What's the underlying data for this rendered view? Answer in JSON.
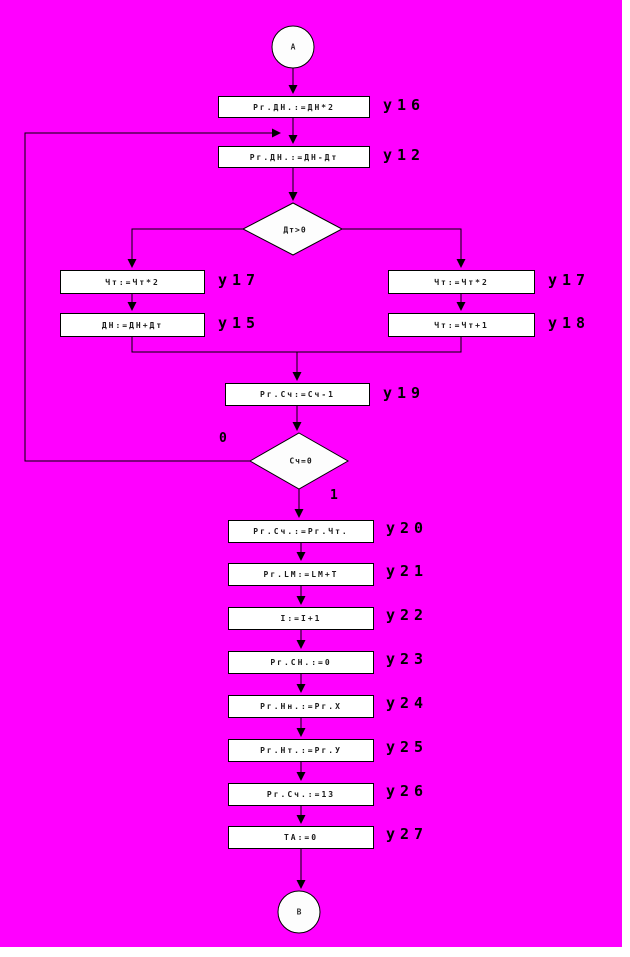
{
  "colors": {
    "background": "#ff00ff",
    "shape_fill": "#ffffff",
    "line": "#000000"
  },
  "terminals": {
    "start": "А",
    "end": "В"
  },
  "decisions": [
    {
      "text": "Дт>0"
    },
    {
      "text": "Сч=0",
      "branch_left": "0",
      "branch_down": "1"
    }
  ],
  "boxes": [
    {
      "text": "Рг.ДН.:=ДН*2",
      "label": "у16"
    },
    {
      "text": "Рг.ДН.:=ДН-Дт",
      "label": "у12"
    },
    {
      "text": "Чт:=Чт*2",
      "label": "у17"
    },
    {
      "text": "ДН:=ДН+Дт",
      "label": "у15"
    },
    {
      "text": "Чт:=Чт*2",
      "label": "у17"
    },
    {
      "text": "Чт:=Чт+1",
      "label": "у18"
    },
    {
      "text": "Рг.Сч:=Сч-1",
      "label": "у19"
    },
    {
      "text": "Рг.Сч.:=Рг.Чт.",
      "label": "у20"
    },
    {
      "text": "Рг.LM:=LM+T",
      "label": "у21"
    },
    {
      "text": "I:=I+1",
      "label": "у22"
    },
    {
      "text": "Рг.СН.:=0",
      "label": "у23"
    },
    {
      "text": "Рг.Нн.:=Рг.Х",
      "label": "у24"
    },
    {
      "text": "Рг.Нт.:=Рг.У",
      "label": "у25"
    },
    {
      "text": "Рг.Сч.:=13",
      "label": "у26"
    },
    {
      "text": "ТА:=0",
      "label": "у27"
    }
  ]
}
